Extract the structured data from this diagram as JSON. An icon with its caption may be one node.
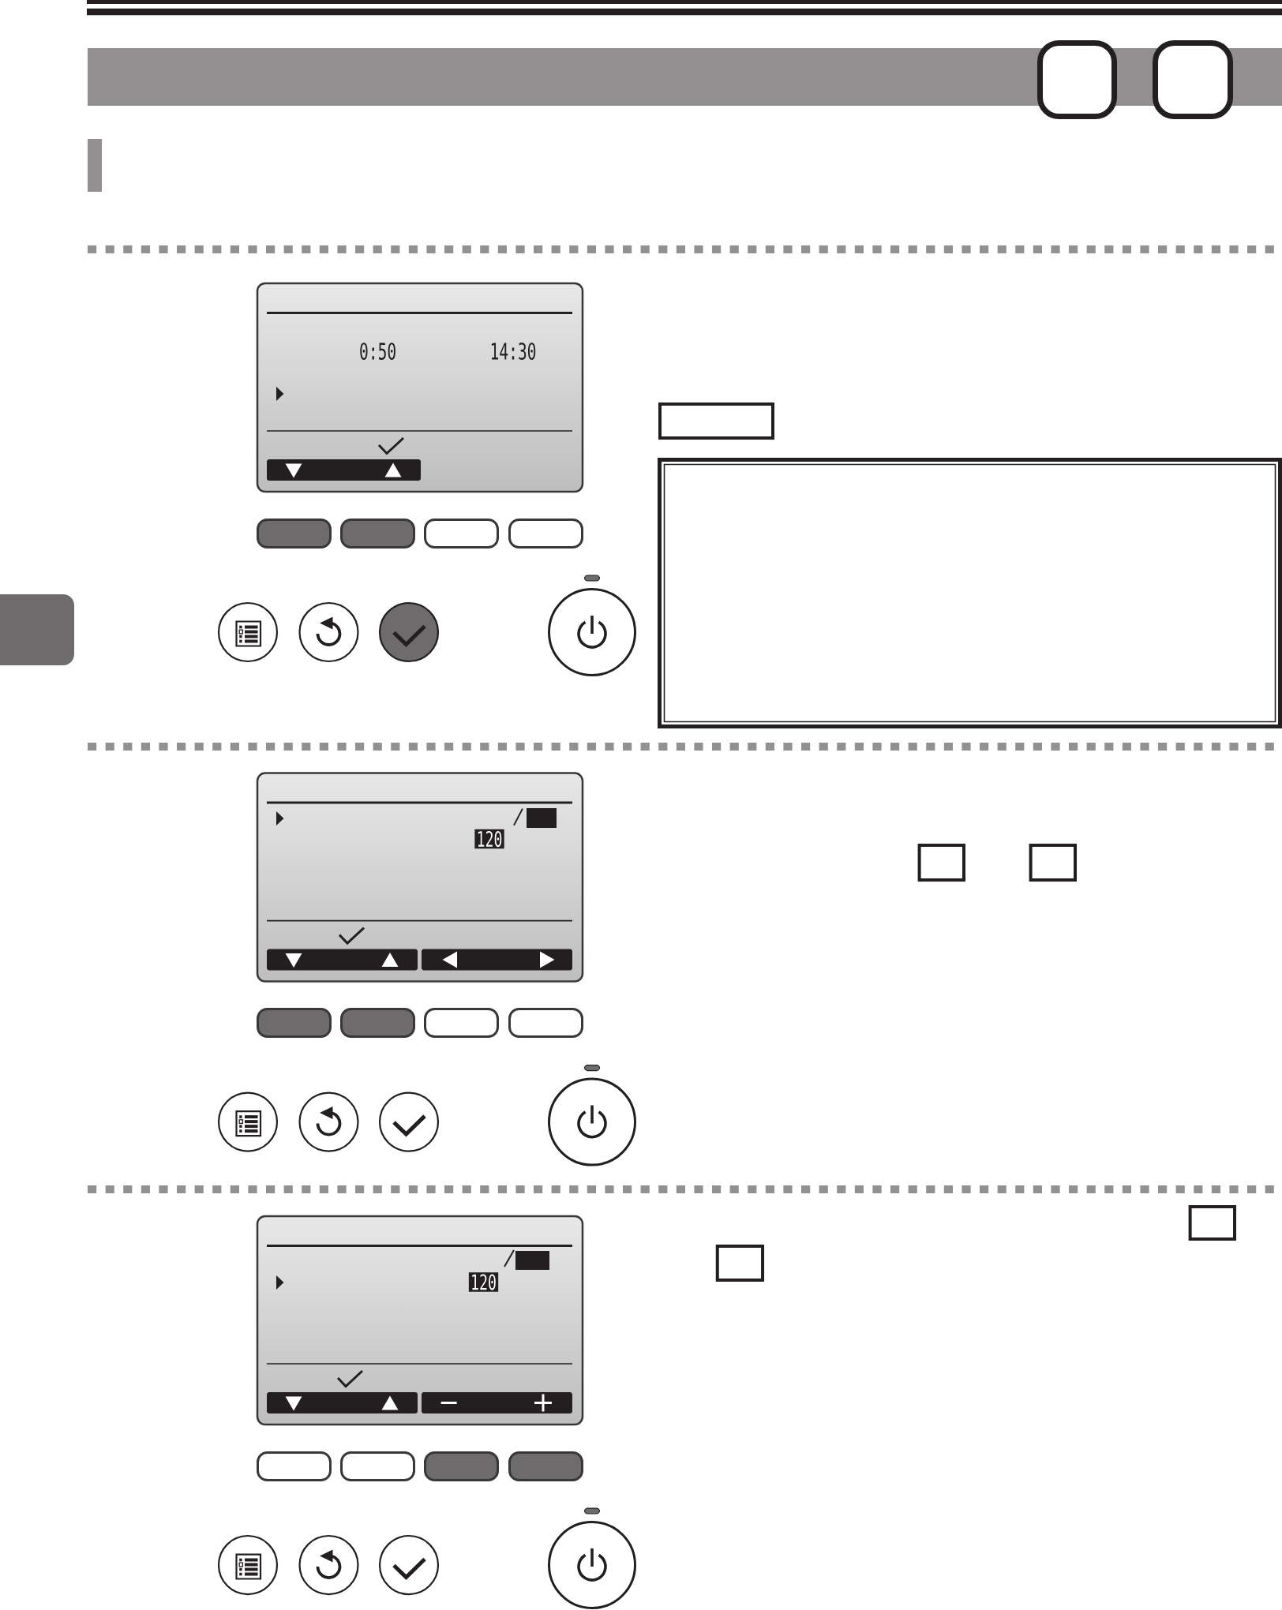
{
  "diagram": {
    "nodes": [
      {
        "text": [],
        "shape": "bar"
      },
      {
        "text": [],
        "shape": "box"
      },
      {
        "text": [],
        "shape": "box"
      },
      {
        "text": [],
        "shape": "bar"
      },
      {
        "text": [],
        "shape": "box"
      },
      {
        "text": [],
        "shape": "box"
      },
      {
        "text": [],
        "shape": "box"
      },
      {
        "text": [],
        "shape": "box"
      },
      {
        "text": [],
        "shape": "box"
      },
      {
        "text": [],
        "shape": "box"
      },
      {
        "text": [],
        "shape": "bar"
      },
      {
        "text": [],
        "shape": "box"
      },
      {
        "text": [],
        "shape": "box"
      },
      {
        "text": [],
        "shape": "box"
      },
      {
        "text": [],
        "shape": "box"
      },
      {
        "text": [],
        "shape": "box"
      },
      {
        "text": [],
        "shape": "box"
      },
      {
        "text": [],
        "shape": "box"
      },
      {
        "text": [],
        "shape": "box"
      },
      {
        "text": [],
        "shape": "box"
      },
      {
        "text": [],
        "shape": "box"
      },
      {
        "text": [],
        "shape": "box"
      },
      {
        "text": [],
        "shape": "box"
      }
    ],
    "labels": [
      "0:50",
      "14:30",
      "120",
      "120"
    ]
  }
}
